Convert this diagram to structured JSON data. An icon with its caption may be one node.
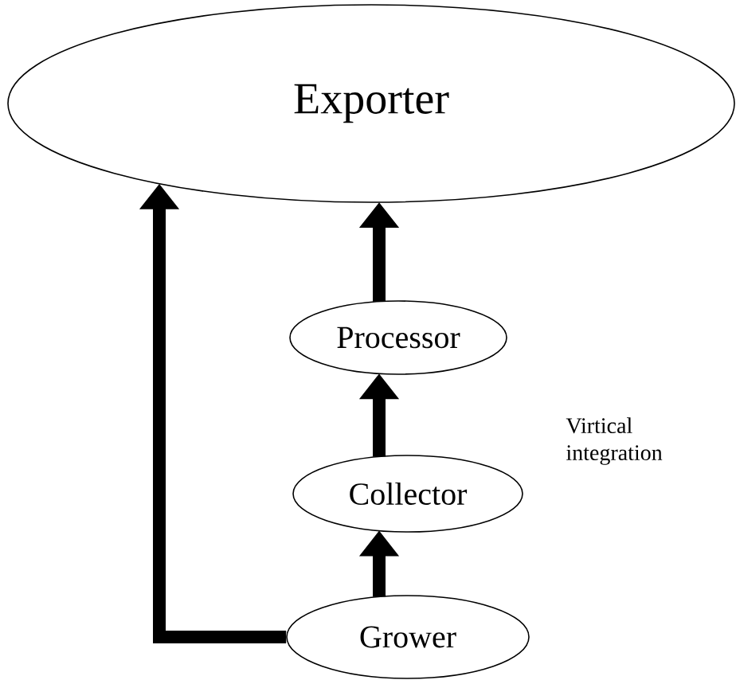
{
  "diagram": {
    "nodes": [
      {
        "text": [
          "Exporter"
        ]
      },
      {
        "text": [
          "Processor"
        ]
      },
      {
        "text": [
          "Collector"
        ]
      },
      {
        "text": [
          "Grower"
        ]
      }
    ],
    "edges": [
      {
        "from": 1,
        "to": 0,
        "arrow": "to"
      },
      {
        "from": 2,
        "to": 1,
        "arrow": "to"
      },
      {
        "from": 3,
        "to": 2,
        "arrow": "to"
      },
      {
        "from": 3,
        "to": 0,
        "arrow": "to"
      }
    ],
    "labels": [
      "Virtical integration"
    ]
  }
}
